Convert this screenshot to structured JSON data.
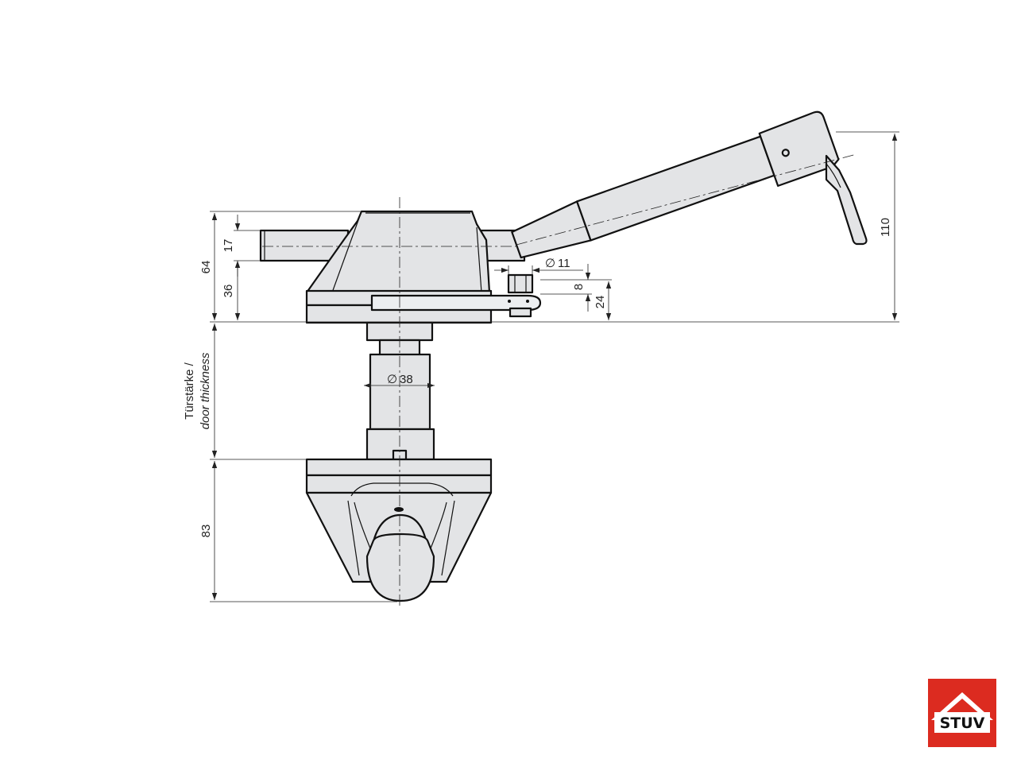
{
  "dimensions": {
    "d64": "64",
    "d17": "17",
    "d36": "36",
    "dia11": "11",
    "d8": "8",
    "d24": "24",
    "d110": "110",
    "dia38": "38",
    "d83": "83"
  },
  "door_thickness": {
    "german": "Türstärke /",
    "english": "door thickness"
  },
  "diameter_symbol": "∅",
  "logo": {
    "text": "STUV",
    "color": "#dc2b20"
  }
}
